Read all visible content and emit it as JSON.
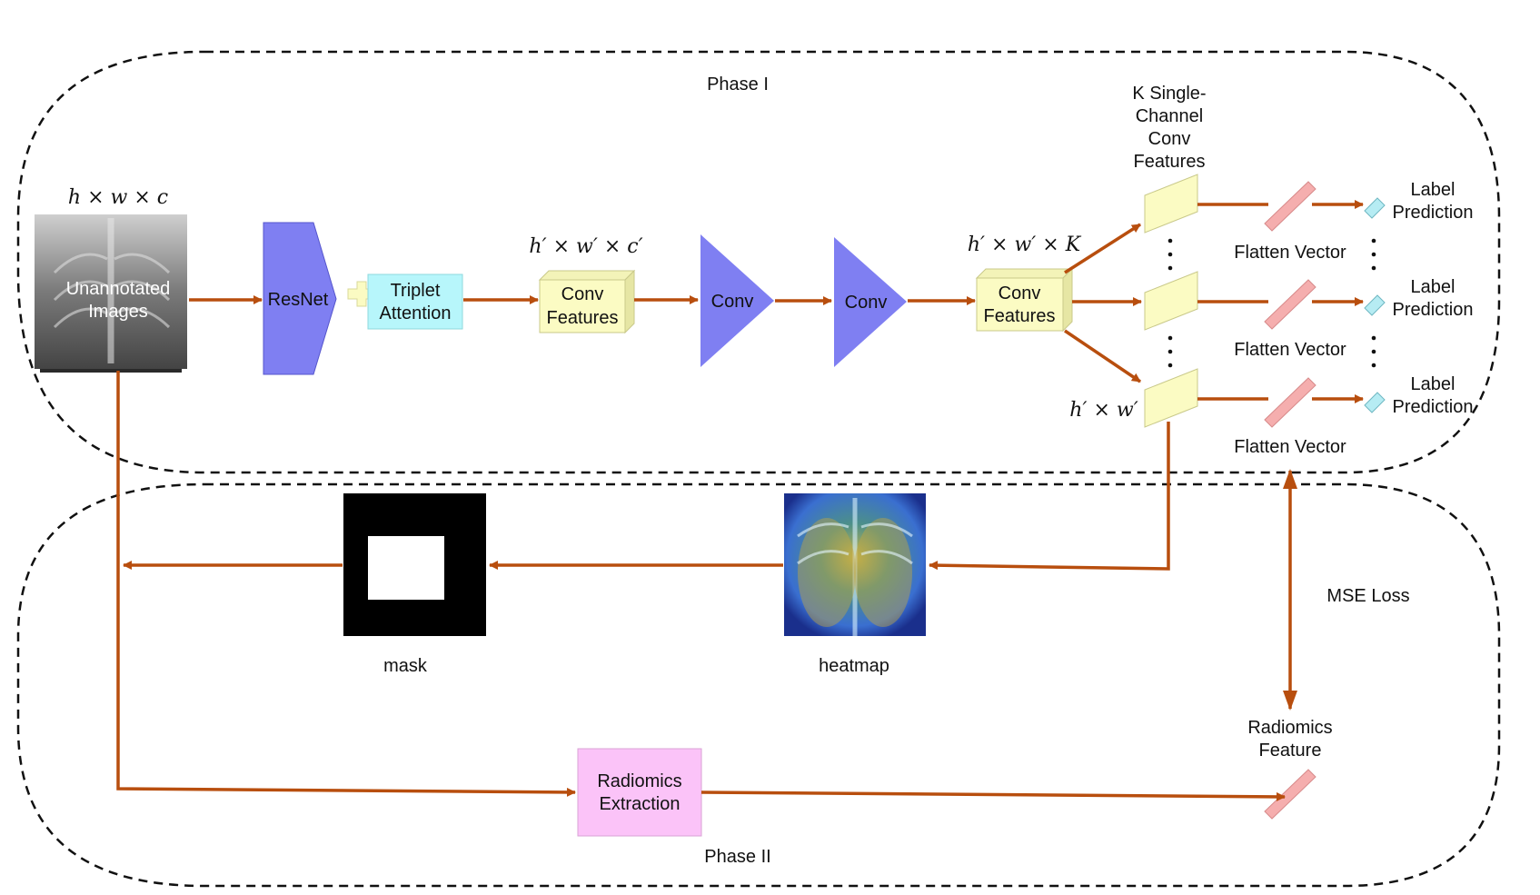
{
  "phases": {
    "phase1": "Phase I",
    "phase2": "Phase II"
  },
  "dims": {
    "input": "h × w × c",
    "conv_features": "h′ × w′ × c′",
    "k_features": "h′ × w′ × K",
    "single_channel": "h′ × w′"
  },
  "nodes": {
    "images": "Unannotated Images",
    "images_l1": "Unannotated",
    "images_l2": "Images",
    "resnet": "ResNet",
    "triplet_l1": "Triplet",
    "triplet_l2": "Attention",
    "conv_feat1_l1": "Conv",
    "conv_feat1_l2": "Features",
    "conv1": "Conv",
    "conv2": "Conv",
    "conv_feat2_l1": "Conv",
    "conv_feat2_l2": "Features",
    "k_single_l1": "K Single-",
    "k_single_l2": "Channel",
    "k_single_l3": "Conv",
    "k_single_l4": "Features",
    "flatten_vector": "Flatten Vector",
    "label_l1": "Label",
    "label_l2": "Prediction",
    "mask": "mask",
    "heatmap": "heatmap",
    "mse_loss": "MSE Loss",
    "radiomics_feature_l1": "Radiomics",
    "radiomics_feature_l2": "Feature",
    "radiomics_extraction_l1": "Radiomics",
    "radiomics_extraction_l2": "Extraction"
  },
  "colors": {
    "arrow": "#b84e0e",
    "resnet": "#7f7ff2",
    "conv": "#7f7ff2",
    "triplet": "#b7f6fb",
    "features": "#fbfbc3",
    "flatten": "#f5aeae",
    "label_vec": "#b6ecf3",
    "radiomics": "#fbc3f8",
    "plus": "#fbfbc3"
  }
}
